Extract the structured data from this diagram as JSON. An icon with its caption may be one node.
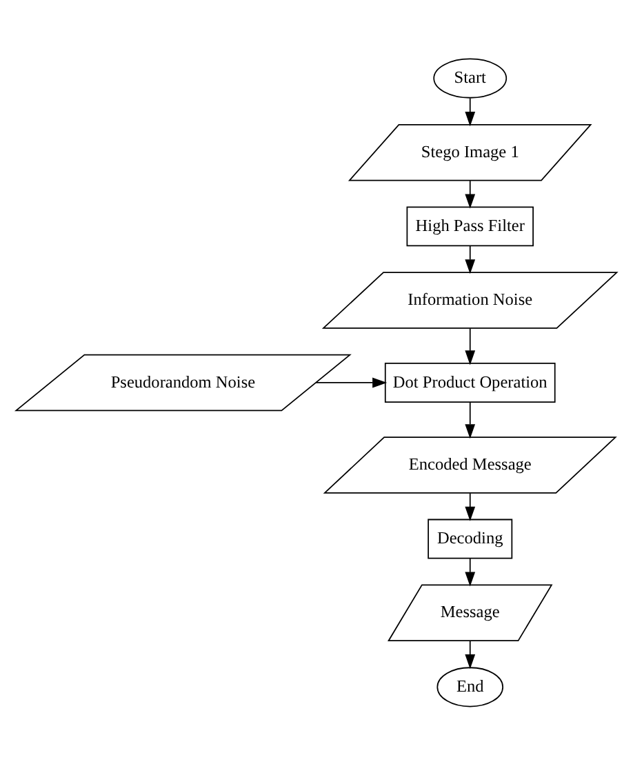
{
  "diagram": {
    "nodes": [
      {
        "text": [
          "Start"
        ]
      },
      {
        "text": [
          "Stego Image 1"
        ]
      },
      {
        "text": [
          "High Pass Filter"
        ]
      },
      {
        "text": [
          "Information Noise"
        ]
      },
      {
        "text": [
          "Dot Product Operation"
        ]
      },
      {
        "text": [
          "Pseudorandom Noise"
        ]
      },
      {
        "text": [
          "Encoded Message"
        ]
      },
      {
        "text": [
          "Decoding"
        ]
      },
      {
        "text": [
          "Message"
        ]
      },
      {
        "text": [
          "End"
        ]
      }
    ],
    "edges": [
      {
        "from": 0,
        "to": 1,
        "arrow": "to"
      },
      {
        "from": 1,
        "to": 2,
        "arrow": "to"
      },
      {
        "from": 2,
        "to": 3,
        "arrow": "to"
      },
      {
        "from": 3,
        "to": 4,
        "arrow": "to"
      },
      {
        "from": 5,
        "to": 4,
        "arrow": "to"
      },
      {
        "from": 4,
        "to": 6,
        "arrow": "to"
      },
      {
        "from": 6,
        "to": 7,
        "arrow": "to"
      },
      {
        "from": 7,
        "to": 8,
        "arrow": "to"
      },
      {
        "from": 8,
        "to": 9,
        "arrow": "to"
      }
    ]
  }
}
